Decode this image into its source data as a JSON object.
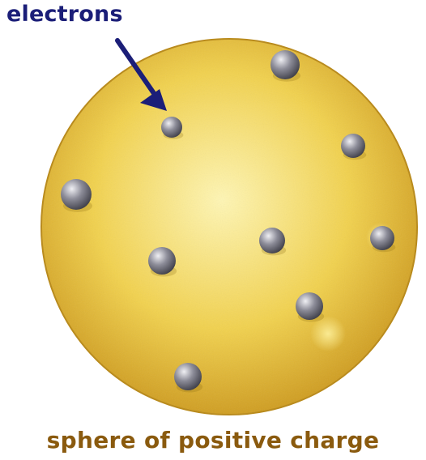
{
  "labels": {
    "electrons": "electrons",
    "sphere": "sphere of positive charge"
  },
  "colors": {
    "electrons_label": "#1b1e78",
    "sphere_label": "#8a5a0e",
    "arrow": "#1b1e78",
    "sphere_light": "#fff6b4",
    "sphere_mid": "#f2d24e",
    "sphere_dark": "#c99318",
    "electron_light": "#f0f0f4",
    "electron_mid": "#8c8c98",
    "electron_dark": "#3a3a44"
  },
  "electron_count": 9
}
